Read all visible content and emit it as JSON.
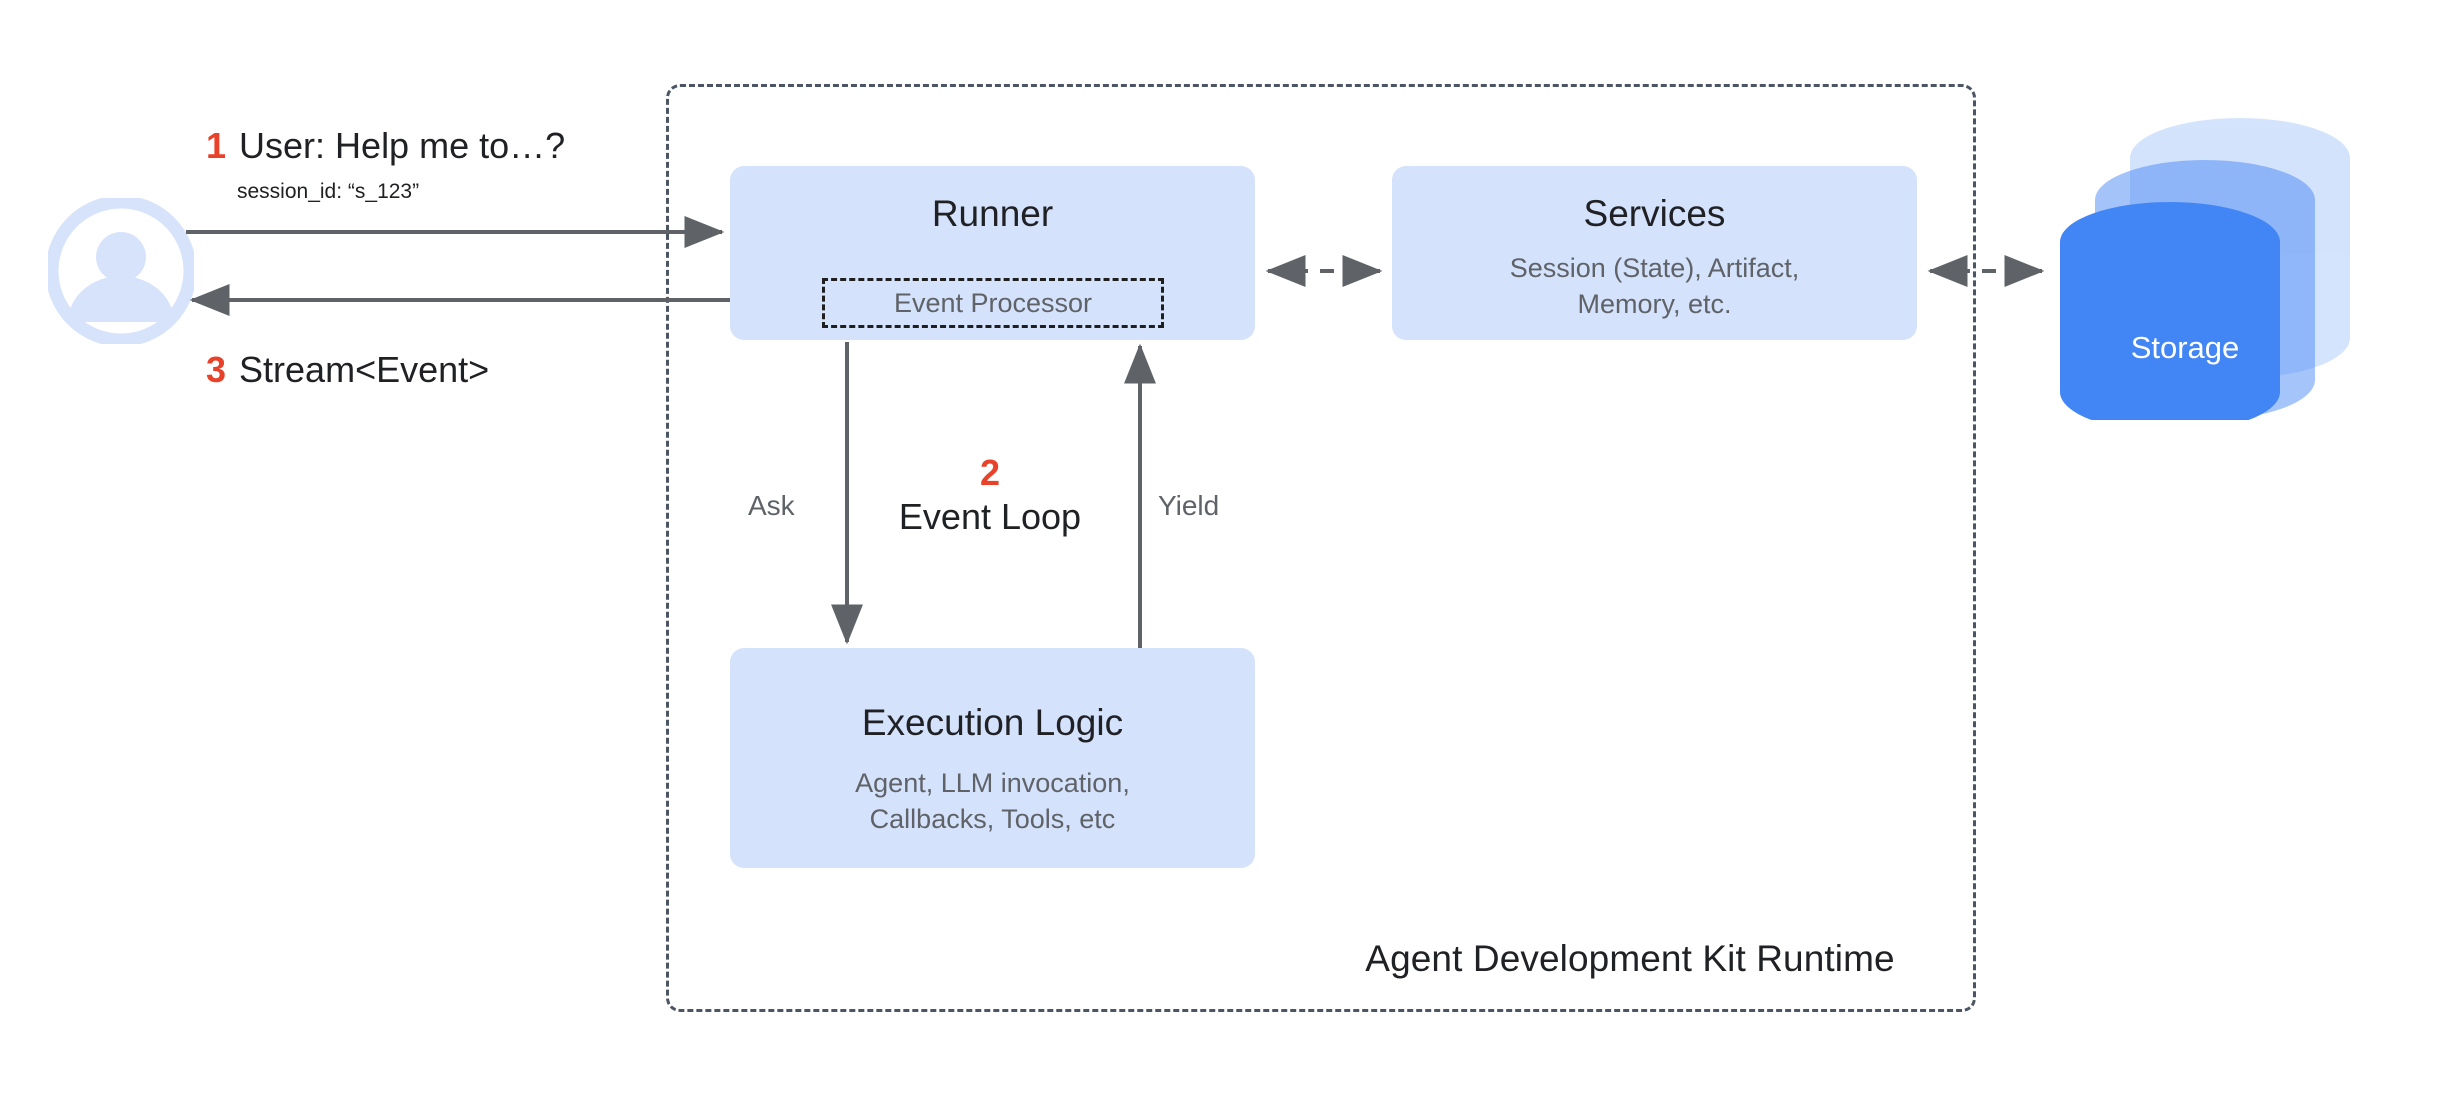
{
  "diagram": {
    "runtime_boundary_label": "Agent Development Kit Runtime",
    "actor": {
      "icon": "user-avatar-icon"
    },
    "callouts": [
      {
        "number": "1",
        "text": "User: Help me to…?",
        "sub": "session_id: “s_123”"
      },
      {
        "number": "3",
        "text": "Stream<Event>"
      }
    ],
    "nodes": {
      "runner": {
        "title": "Runner",
        "inner_label": "Event Processor"
      },
      "services": {
        "title": "Services",
        "subtitle": "Session (State), Artifact,\nMemory, etc."
      },
      "execution_logic": {
        "title": "Execution Logic",
        "subtitle": "Agent, LLM invocation,\nCallbacks, Tools, etc"
      },
      "storage": {
        "title": "Storage"
      }
    },
    "edges": {
      "ask_label": "Ask",
      "yield_label": "Yield",
      "loop_number": "2",
      "loop_label": "Event Loop"
    },
    "colors": {
      "node_fill": "#d4e2fc",
      "accent_red": "#e8432a",
      "storage_blue": "#4285f4",
      "arrow_gray": "#5f6368",
      "subtitle_gray": "#5f6368",
      "boundary_gray": "#4b5563"
    }
  }
}
